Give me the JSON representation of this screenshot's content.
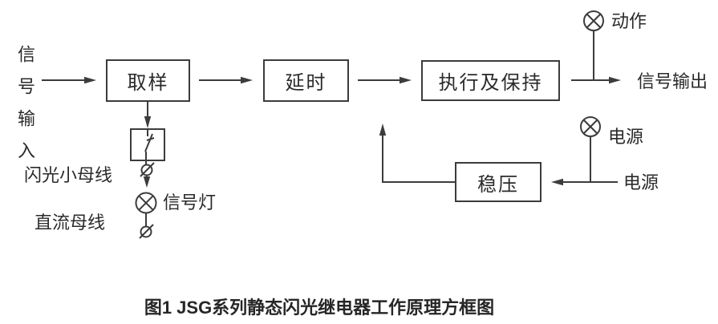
{
  "figure": {
    "caption": "图1  JSG系列静态闪光继电器工作原理方框图"
  },
  "blocks": {
    "sampling": "取样",
    "delay": "延时",
    "execute_hold": "执行及保持",
    "regulator": "稳压"
  },
  "labels": {
    "signal_input_vertical": "信号输入",
    "flash_bus": "闪光小母线",
    "dc_bus": "直流母线",
    "signal_lamp": "信号灯",
    "action": "动作",
    "power_lamp": "电源",
    "power_source": "电源",
    "signal_output": "信号输出"
  },
  "icons": {
    "action_lamp": "lamp-icon",
    "power_lamp": "lamp-icon",
    "signal_lamp": "lamp-icon",
    "flash_bus_terminal": "terminal-icon",
    "dc_bus_terminal": "terminal-icon",
    "sampling_output_contact": "switch-icon"
  },
  "colors": {
    "line": "#3c3c3c",
    "text": "#2a2a2a",
    "background": "#ffffff"
  }
}
